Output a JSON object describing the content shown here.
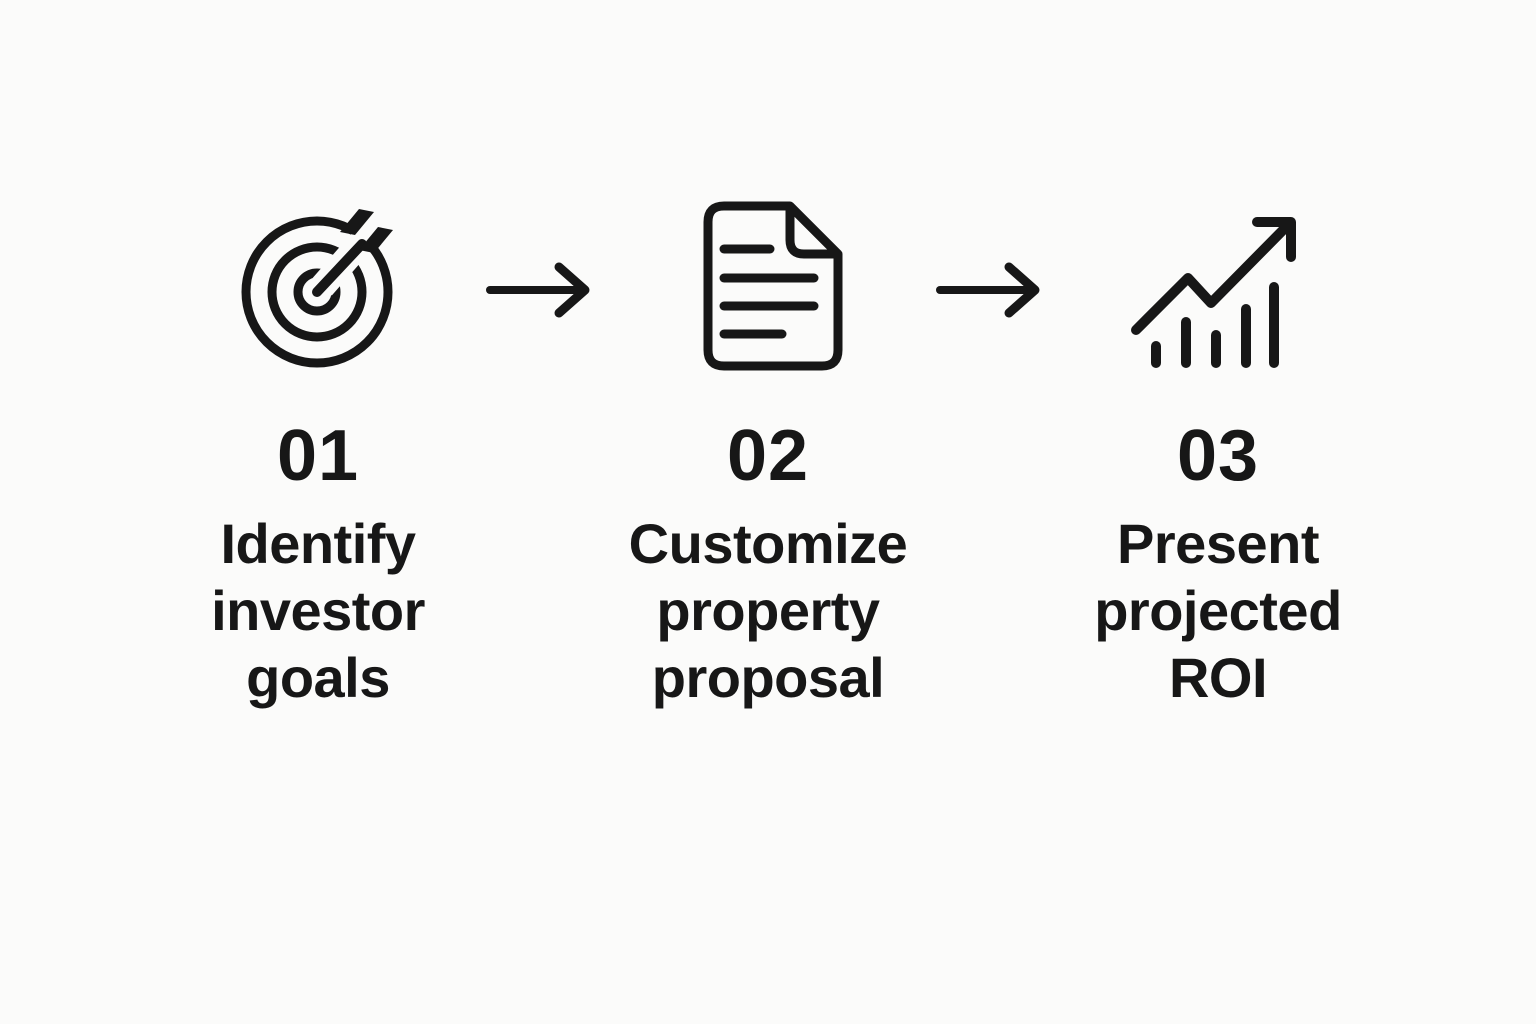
{
  "page": {
    "background": "#fbfbfa",
    "ink": "#171717",
    "type": "process-flow-diagram"
  },
  "steps": [
    {
      "icon": "target-arrow-icon",
      "number": "01",
      "label": "Identify investor goals"
    },
    {
      "icon": "document-icon",
      "number": "02",
      "label": "Customize property proposal"
    },
    {
      "icon": "chart-growth-icon",
      "number": "03",
      "label": "Present projected ROI"
    }
  ],
  "connector": {
    "icon": "right-arrow-icon"
  }
}
